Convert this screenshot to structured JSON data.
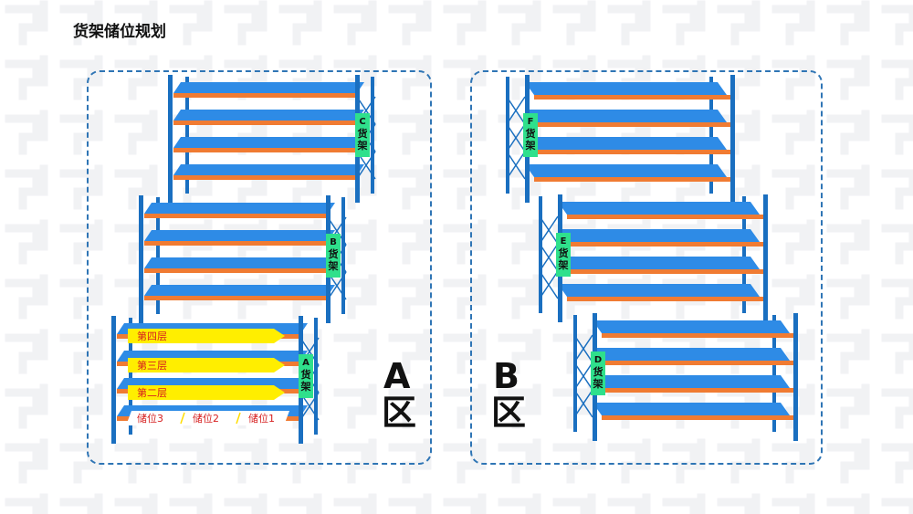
{
  "page": {
    "title": "货架储位规划"
  },
  "colors": {
    "shelf_top": "#2e8be6",
    "shelf_front": "#1f73c7",
    "beam": "#f07b32",
    "post": "#1a6fc0",
    "tag_bg": "#2fe08c",
    "arrow_fill": "#ffee00",
    "label_text": "#d61f1f",
    "box_border": "#2f75b5",
    "pattern": "#f1f2f4"
  },
  "zones": [
    {
      "id": "A",
      "label_line1": "A",
      "label_line2": "区",
      "racks": [
        {
          "id": "C",
          "tag_letter": "C",
          "tag_text": "货架",
          "tag_side": "right"
        },
        {
          "id": "B",
          "tag_letter": "B",
          "tag_text": "货架",
          "tag_side": "right"
        },
        {
          "id": "A",
          "tag_letter": "A",
          "tag_text": "货架",
          "tag_side": "right",
          "layers": [
            "第四层",
            "第三层",
            "第二层"
          ],
          "positions": [
            "储位3",
            "储位2",
            "储位1"
          ]
        }
      ]
    },
    {
      "id": "B",
      "label_line1": "B",
      "label_line2": "区",
      "racks": [
        {
          "id": "F",
          "tag_letter": "F",
          "tag_text": "货架",
          "tag_side": "left"
        },
        {
          "id": "E",
          "tag_letter": "E",
          "tag_text": "货架",
          "tag_side": "left"
        },
        {
          "id": "D",
          "tag_letter": "D",
          "tag_text": "货架",
          "tag_side": "left"
        }
      ]
    }
  ]
}
